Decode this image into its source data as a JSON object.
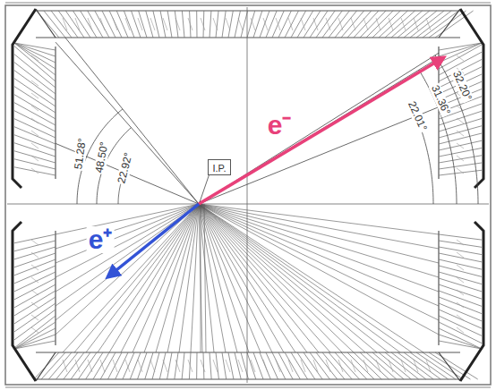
{
  "diagram": {
    "nodes": [
      {
        "text": [
          "I.P."
        ]
      }
    ],
    "labels": [
      "51.28°",
      "48.50°",
      "22.92°",
      "32.20°",
      "31.36°",
      "22.01°",
      "e⁻",
      "e⁺"
    ]
  }
}
